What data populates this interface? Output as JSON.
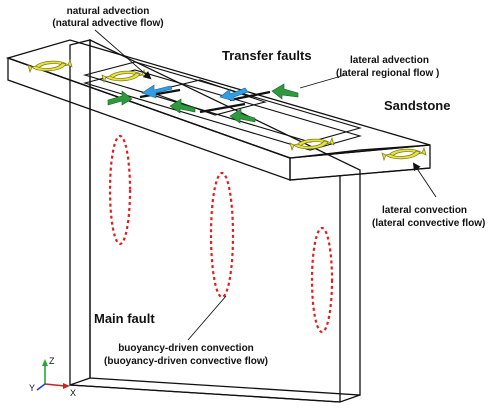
{
  "labels": {
    "natural_advection_line1": "natural advection",
    "natural_advection_line2": "(natural advective flow)",
    "transfer_faults": "Transfer faults",
    "lateral_advection_line1": "lateral advection",
    "lateral_advection_line2": "(lateral regional flow )",
    "sandstone": "Sandstone",
    "lateral_convection_line1": "lateral convection",
    "lateral_convection_line2": "(lateral convective flow)",
    "main_fault": "Main fault",
    "buoyancy_line1": "buoyancy-driven convection",
    "buoyancy_line2": "(buoyancy-driven convective flow)"
  },
  "axes": {
    "z": "Z",
    "y": "Y",
    "x": "X"
  },
  "colors": {
    "outline": "#111111",
    "convection_cell": "#e8e23a",
    "convection_cell_edge": "#7a7a20",
    "natural_advection_arrow": "#2f9ee6",
    "lateral_advection_arrow": "#2e9a3e",
    "buoyancy_cell": "#e02020",
    "axis_z": "#27a836",
    "axis_y": "#2244cc",
    "axis_x": "#cc2222"
  }
}
